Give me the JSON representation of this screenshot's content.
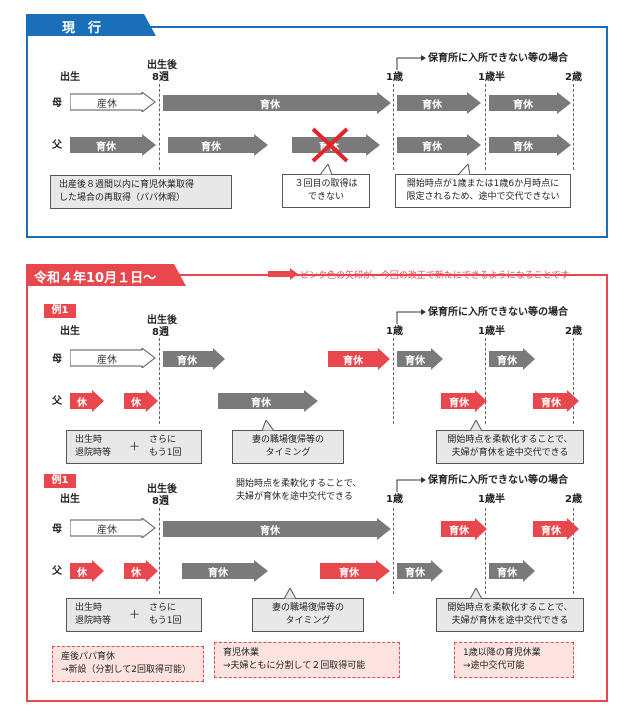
{
  "colors": {
    "blue": "#1a6fb8",
    "red": "#e8474e",
    "gray": "#7a7a7a",
    "pink": "#fde3df"
  },
  "panel1": {
    "tab": "現　行",
    "milestones": {
      "birth": "出生",
      "after8_line1": "出生後",
      "after8_line2": "8週",
      "one": "1歳",
      "one_half": "1歳半",
      "two": "2歳"
    },
    "nursery_note": "保育所に入所できない等の場合",
    "rows": {
      "mother": "母",
      "father": "父"
    },
    "leave_maternity": "産休",
    "leave_childcare": "育休",
    "note_left_1": "出産後８週間以内に育児休業取得",
    "note_left_2": "した場合の再取得（パパ休暇）",
    "note_mid_1": "３回目の取得は",
    "note_mid_2": "できない",
    "note_right_1": "開始時点が1歳または1歳6か月時点に",
    "note_right_2": "限定されるため、途中で交代できない"
  },
  "panel2": {
    "tab": "令和４年10月１日〜",
    "legend": "ピンク色の矢印が、今回の改正で新たにできるようになることです",
    "example1": {
      "label": "例1",
      "milestones": {
        "birth": "出生",
        "after8_line1": "出生後",
        "after8_line2": "8週",
        "one": "1歳",
        "one_half": "1歳半",
        "two": "2歳"
      },
      "nursery_note": "保育所に入所できない等の場合",
      "rows": {
        "mother": "母",
        "father": "父"
      },
      "leave_maternity": "産休",
      "leave_childcare": "育休",
      "leave_short": "休",
      "box_a_1": "出生時",
      "box_a_2": "退院時等",
      "plus": "＋",
      "box_a_3": "さらに",
      "box_a_4": "もう1回",
      "box_b_1": "妻の職場復帰等の",
      "box_b_2": "タイミング",
      "box_c_1": "開始時点を柔軟化することで、",
      "box_c_2": "夫婦が育休を途中交代できる"
    },
    "example2": {
      "label": "例1",
      "milestones": {
        "birth": "出生",
        "after8_line1": "出生後",
        "after8_line2": "8週",
        "one": "1歳",
        "one_half": "1歳半",
        "two": "2歳"
      },
      "nursery_note": "保育所に入所できない等の場合",
      "top_note_1": "開始時点を柔軟化することで、",
      "top_note_2": "夫婦が育休を途中交代できる",
      "rows": {
        "mother": "母",
        "father": "父"
      },
      "leave_maternity": "産休",
      "leave_childcare": "育休",
      "leave_short": "休",
      "box_a_1": "出生時",
      "box_a_2": "退院時等",
      "plus": "＋",
      "box_a_3": "さらに",
      "box_a_4": "もう1回",
      "box_b_1": "妻の職場復帰等の",
      "box_b_2": "タイミング",
      "box_c_1": "開始時点を柔軟化することで、",
      "box_c_2": "夫婦が育休を途中交代できる"
    },
    "bottom": {
      "b1_1": "産後パパ育休",
      "b1_2": "→新設（分割して2回取得可能）",
      "b2_1": "育児休業",
      "b2_2": "→夫婦ともに分割して２回取得可能",
      "b3_1": "1歳以降の育児休業",
      "b3_2": "→途中交代可能"
    }
  }
}
